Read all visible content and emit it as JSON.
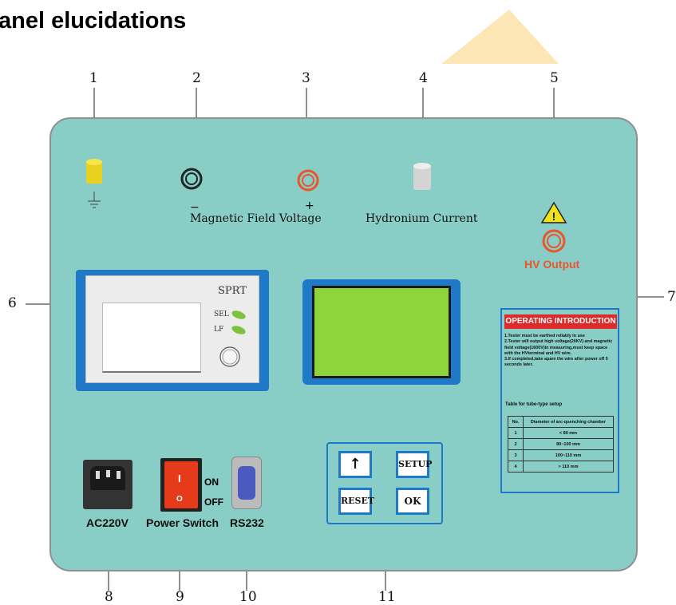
{
  "title": "anel elucidations",
  "callouts": [
    "1",
    "2",
    "3",
    "4",
    "5",
    "6",
    "7",
    "8",
    "9",
    "10",
    "11"
  ],
  "terminals": {
    "magnetic_minus": "−",
    "magnetic_plus": "+",
    "magnetic_label": "Magnetic Field Voltage",
    "hydronium_label": "Hydronium Current",
    "hv_label": "HV Output"
  },
  "printer": {
    "brand": "SPRT",
    "sel": "SEL",
    "lf": "LF"
  },
  "operating": {
    "title": "OPERATING INTRODUCTION",
    "lines": [
      "1.Tester must be earthed reliably in use",
      "2.Tester will output high voltage(20KV) and magnetic field voltage(1600V)in measuring,must keep space with the HVterminal and HV wire.",
      "3.If completed,take apare the wire after power off 5 seconds later."
    ],
    "table_title": "Table for tube-type setup",
    "table_header": [
      "No.",
      "Diameter of arc-quenching chamber"
    ],
    "table_rows": [
      [
        "1",
        "< 80 mm"
      ],
      [
        "2",
        "80~100 mm"
      ],
      [
        "3",
        "100~110 mm"
      ],
      [
        "4",
        "> 110 mm"
      ]
    ]
  },
  "keypad": {
    "up": "↑",
    "setup": "SETUP",
    "reset": "RESET",
    "ok": "OK"
  },
  "bottom": {
    "ac_label": "AC220V",
    "switch_label": "Power Switch",
    "switch_on": "ON",
    "switch_off": "OFF",
    "switch_i": "I",
    "switch_o": "O",
    "rs_label": "RS232"
  },
  "colors": {
    "panel": "#88cec6",
    "accent_blue": "#1f78c8",
    "lcd": "#8ed43a",
    "warning_red": "#e02a2a",
    "terminal_orange": "#e8562a"
  }
}
